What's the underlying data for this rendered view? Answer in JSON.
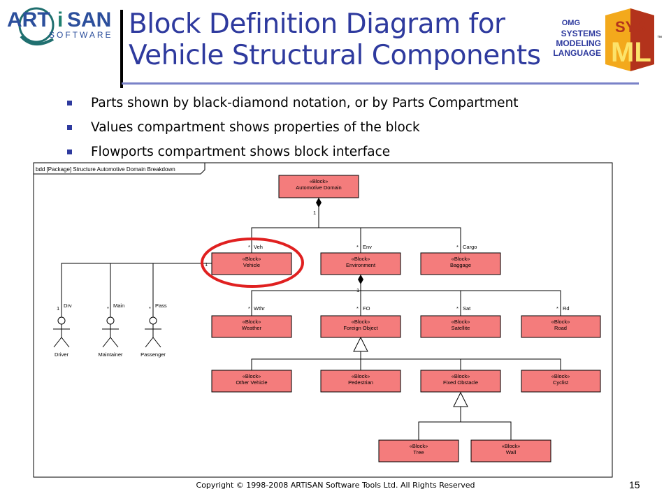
{
  "logos": {
    "artisan_top": "ART",
    "artisan_i": "i",
    "artisan_rest": "SAN",
    "artisan_sub": "SOFTWARE",
    "omg": "OMG",
    "systems": "SYSTEMS",
    "modeling": "MODELING",
    "language": "LANGUAGE",
    "sys": "SYS",
    "ml": "ML",
    "tm": "™"
  },
  "slide": {
    "title": "Block Definition Diagram for Vehicle Structural Components",
    "bullets": [
      "Parts shown by black-diamond notation, or by Parts Compartment",
      "Values compartment shows properties of the block",
      "Flowports compartment shows block interface"
    ],
    "footer": "Copyright © 1998-2008 ARTiSAN Software Tools Ltd.  All Rights Reserved",
    "page_number": "15"
  },
  "diagram": {
    "frame_label": "bdd [Package] Structure Automotive Domain Breakdown",
    "stereotype": "«Block»",
    "blocks": {
      "automotive_domain": "Automotive Domain",
      "vehicle": "Vehicle",
      "environment": "Environment",
      "baggage": "Baggage",
      "weather": "Weather",
      "foreign_object": "Foreign Object",
      "satellite": "Satellite",
      "road": "Road",
      "other_vehicle": "Other Vehicle",
      "pedestrian": "Pedestrian",
      "fixed_obstacle": "Fixed Obstacle",
      "cyclist": "Cyclist",
      "tree": "Tree",
      "wall": "Wall"
    },
    "actors": {
      "driver": "Driver",
      "maintainer": "Maintainer",
      "passenger": "Passenger"
    },
    "roles": {
      "veh": "Veh",
      "env": "Env",
      "cargo": "Cargo",
      "wthr": "Wthr",
      "fo": "FO",
      "sat": "Sat",
      "rd": "Rd",
      "drv": "Drv",
      "main": "Main",
      "pass": "Pass"
    },
    "multiplicity": {
      "one": "1",
      "many": "*"
    },
    "colors": {
      "block_fill": "#f47c7c",
      "highlight_ellipse": "#e02020",
      "title_blue": "#2e3a9e"
    }
  }
}
